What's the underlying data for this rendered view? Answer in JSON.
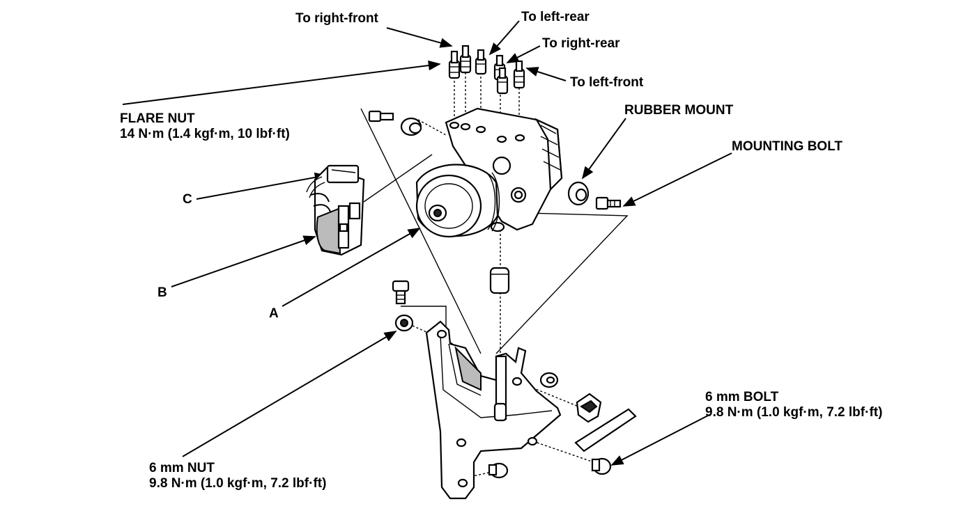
{
  "labels": {
    "to_right_front": "To right-front",
    "to_left_rear": "To left-rear",
    "to_right_rear": "To right-rear",
    "to_left_front": "To left-front",
    "flare_nut": "FLARE NUT",
    "flare_nut_torque": "14 N·m (1.4 kgf·m, 10 lbf·ft)",
    "rubber_mount": "RUBBER MOUNT",
    "mounting_bolt": "MOUNTING BOLT",
    "c": "C",
    "b": "B",
    "a": "A",
    "bolt_6mm": "6 mm BOLT",
    "bolt_6mm_torque": "9.8 N·m (1.0 kgf·m, 7.2 lbf·ft)",
    "nut_6mm": "6 mm NUT",
    "nut_6mm_torque": "9.8 N·m (1.0 kgf·m, 7.2 lbf·ft)"
  }
}
